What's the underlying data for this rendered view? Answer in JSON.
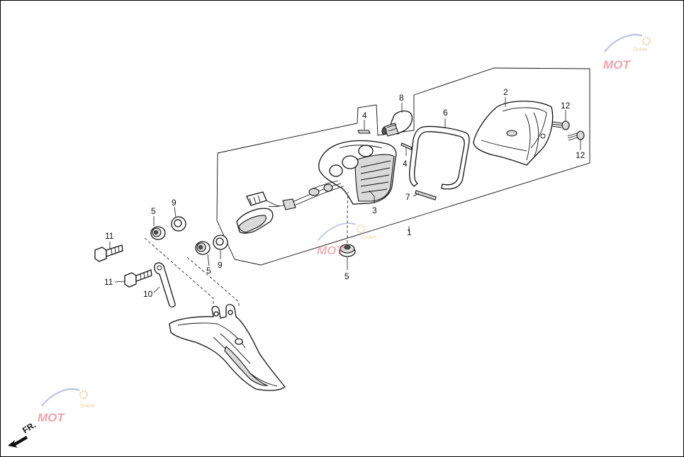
{
  "diagram": {
    "orientation_label": "FR.",
    "callouts": [
      {
        "id": "c1",
        "label": "1"
      },
      {
        "id": "c2",
        "label": "2"
      },
      {
        "id": "c3",
        "label": "3"
      },
      {
        "id": "c4a",
        "label": "4"
      },
      {
        "id": "c4b",
        "label": "4"
      },
      {
        "id": "c5a",
        "label": "5"
      },
      {
        "id": "c5b",
        "label": "5"
      },
      {
        "id": "c5c",
        "label": "5"
      },
      {
        "id": "c6",
        "label": "6"
      },
      {
        "id": "c7",
        "label": "7"
      },
      {
        "id": "c8",
        "label": "8"
      },
      {
        "id": "c9a",
        "label": "9"
      },
      {
        "id": "c9b",
        "label": "9"
      },
      {
        "id": "c10",
        "label": "10"
      },
      {
        "id": "c11a",
        "label": "11"
      },
      {
        "id": "c11b",
        "label": "11"
      },
      {
        "id": "c12a",
        "label": "12"
      },
      {
        "id": "c12b",
        "label": "12"
      }
    ],
    "watermark": {
      "text_main": "MOT",
      "text_small": "Online"
    }
  }
}
